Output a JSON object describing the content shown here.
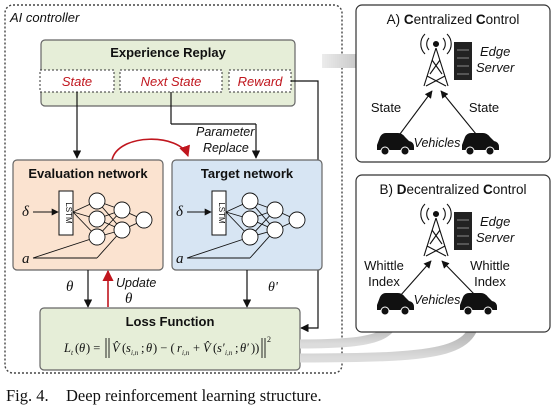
{
  "controller": {
    "title": "AI controller",
    "replay": {
      "title": "Experience Replay",
      "state": "State",
      "next_state": "Next State",
      "reward": "Reward"
    },
    "param_replace": {
      "line1": "Parameter",
      "line2": "Replace"
    },
    "eval_net": {
      "title": "Evaluation network",
      "delta": "δ",
      "a": "a",
      "lstm": "LSTM"
    },
    "target_net": {
      "title": "Target network",
      "delta": "δ",
      "a": "a",
      "lstm": "LSTM"
    },
    "theta_left": "θ",
    "update": {
      "line1": "Update",
      "line2": "θ"
    },
    "theta_prime": "θ'",
    "loss": {
      "title": "Loss Function"
    }
  },
  "panel_a": {
    "title_prefix": "A) ",
    "title_c": "C",
    "title_mid": "entralized ",
    "title_c2": "C",
    "title_end": "ontrol",
    "edge": "Edge",
    "server": "Server",
    "state_left": "State",
    "state_right": "State",
    "vehicles": "Vehicles"
  },
  "panel_b": {
    "title_prefix": "B) ",
    "title_d": "D",
    "title_mid": "ecentralized ",
    "title_c": "C",
    "title_end": "ontrol",
    "edge": "Edge",
    "server": "Server",
    "whittle_left": "Whittle",
    "index_left": "Index",
    "whittle_right": "Whittle",
    "index_right": "Index",
    "vehicles": "Vehicles"
  },
  "caption": {
    "fig": "Fig. 4.",
    "text": "Deep reinforcement learning structure."
  },
  "colors": {
    "replay_fill": "#e6eed8",
    "eval_fill": "#fbe3d0",
    "target_fill": "#d7e5f3",
    "loss_fill": "#e6eed8",
    "red": "#c0161e",
    "thick_arrow": "#9a9a9a"
  }
}
